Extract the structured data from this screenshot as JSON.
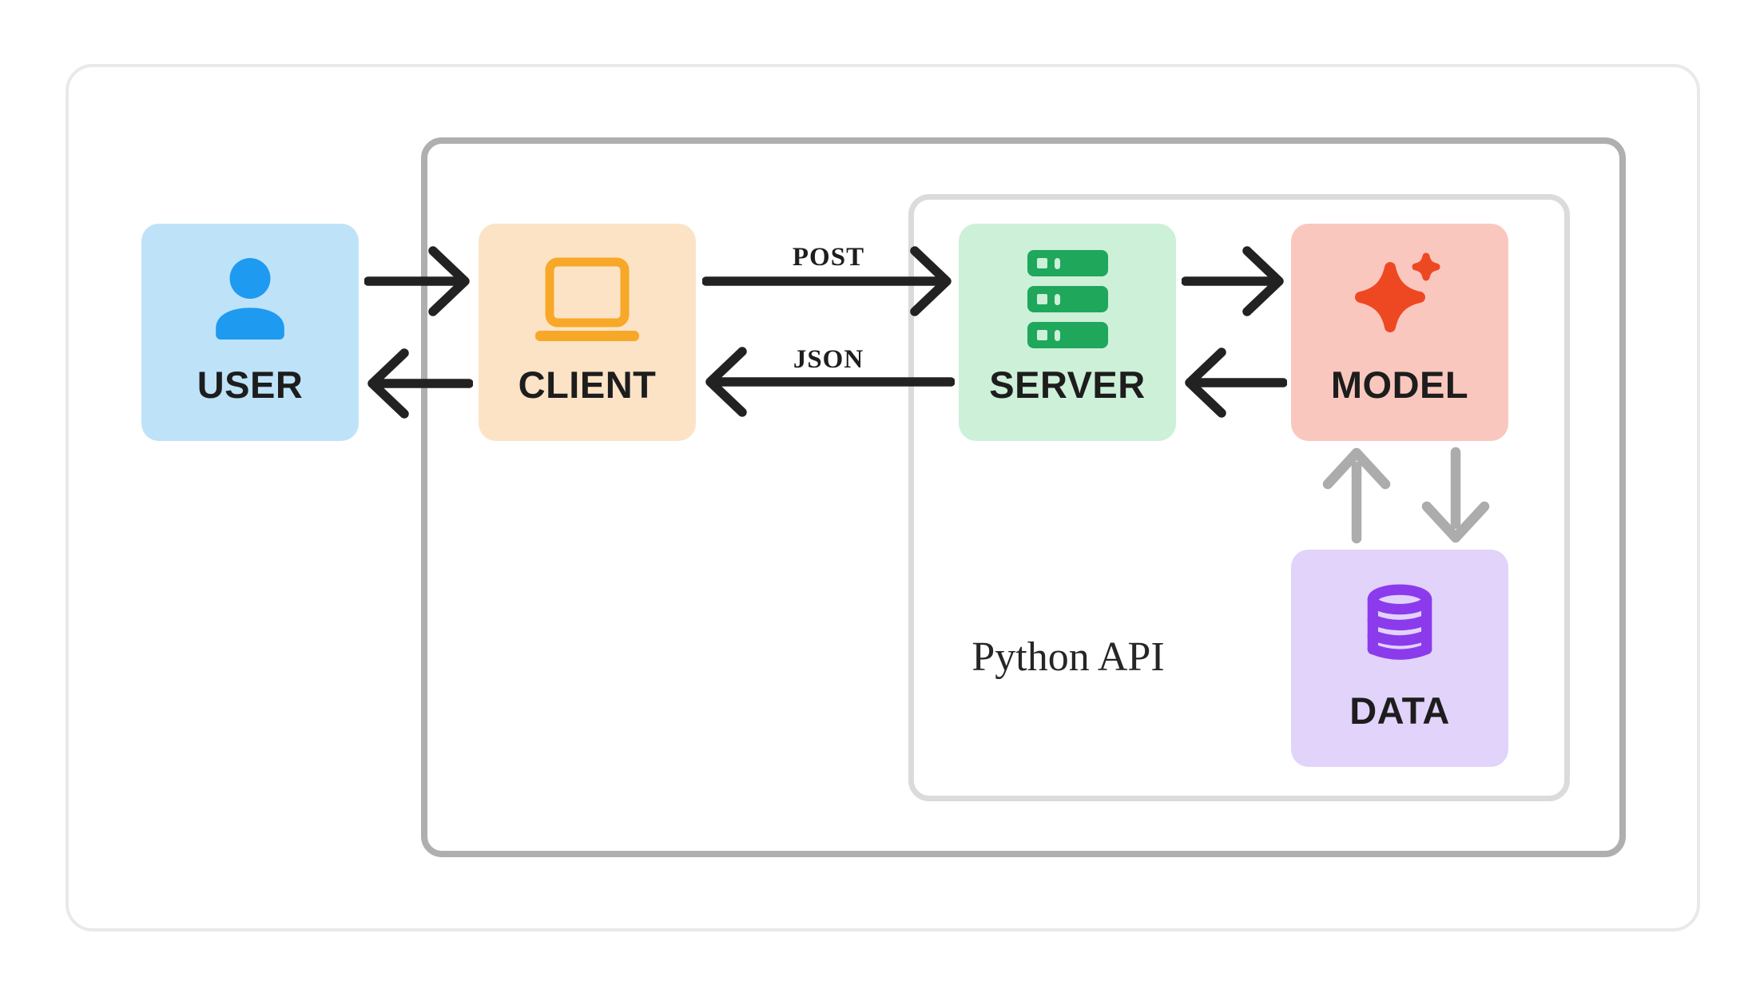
{
  "diagram": {
    "nodes": [
      {
        "id": "user",
        "label": "USER",
        "icon": "person-icon"
      },
      {
        "id": "client",
        "label": "CLIENT",
        "icon": "laptop-icon"
      },
      {
        "id": "server",
        "label": "SERVER",
        "icon": "server-rack-icon"
      },
      {
        "id": "model",
        "label": "MODEL",
        "icon": "ai-sparkle-icon"
      },
      {
        "id": "data",
        "label": "DATA",
        "icon": "database-icon"
      }
    ],
    "edge_labels": {
      "client_to_server": "POST",
      "server_to_client": "JSON"
    },
    "group_label": "Python API"
  },
  "colors": {
    "user_bg": "#BEE3F9",
    "user_icon": "#1E9BF0",
    "client_bg": "#FCE3C6",
    "client_icon": "#F8A828",
    "server_bg": "#CDF0D8",
    "server_icon": "#1FA75C",
    "model_bg": "#FAC7BE",
    "model_icon": "#EE4823",
    "data_bg": "#E2D3FA",
    "data_icon": "#8B3BEC",
    "arrow_black": "#222222",
    "arrow_gray": "#ACACAC",
    "outer_frame_border": "#E9E9E9",
    "backend_box_border": "#AFAFAF",
    "python_api_box_border": "#DBDBDB",
    "label_text": "#1D1D1D"
  }
}
